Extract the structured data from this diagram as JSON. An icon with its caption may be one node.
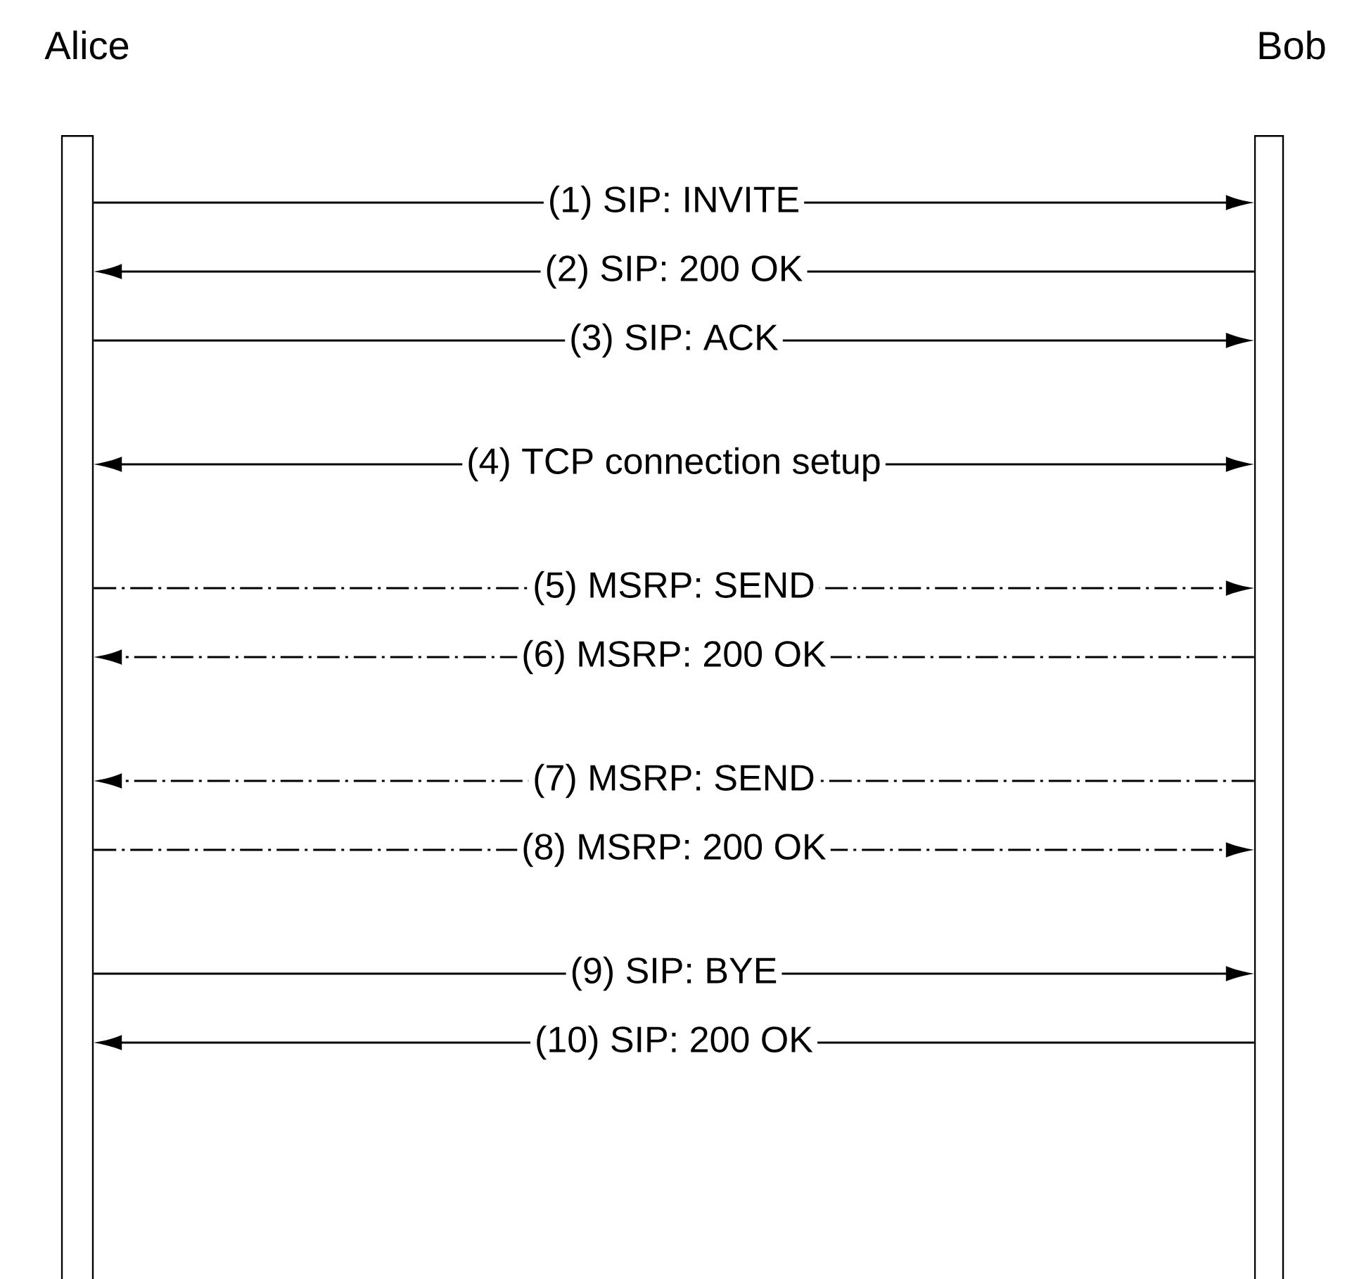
{
  "diagram": {
    "nodes": [
      {
        "text": [
          "Alice"
        ]
      },
      {
        "text": [
          "Bob"
        ]
      }
    ],
    "edges": [
      {
        "from": 0,
        "to": 1,
        "arrow": "to",
        "label": "(1) SIP: INVITE"
      },
      {
        "from": 1,
        "to": 0,
        "arrow": "to",
        "label": "(2) SIP: 200 OK"
      },
      {
        "from": 0,
        "to": 1,
        "arrow": "to",
        "label": "(3) SIP: ACK"
      },
      {
        "from": 0,
        "to": 1,
        "arrow": "both",
        "label": "(4) TCP connection setup"
      },
      {
        "from": 0,
        "to": 1,
        "arrow": "to",
        "label": "(5) MSRP: SEND",
        "style": "dashed"
      },
      {
        "from": 1,
        "to": 0,
        "arrow": "to",
        "label": "(6) MSRP: 200 OK",
        "style": "dashed"
      },
      {
        "from": 1,
        "to": 0,
        "arrow": "to",
        "label": "(7) MSRP: SEND",
        "style": "dashed"
      },
      {
        "from": 0,
        "to": 1,
        "arrow": "to",
        "label": "(8) MSRP: 200 OK",
        "style": "dashed"
      },
      {
        "from": 0,
        "to": 1,
        "arrow": "to",
        "label": "(9) SIP: BYE"
      },
      {
        "from": 1,
        "to": 0,
        "arrow": "to",
        "label": "(10) SIP: 200 OK"
      }
    ]
  }
}
